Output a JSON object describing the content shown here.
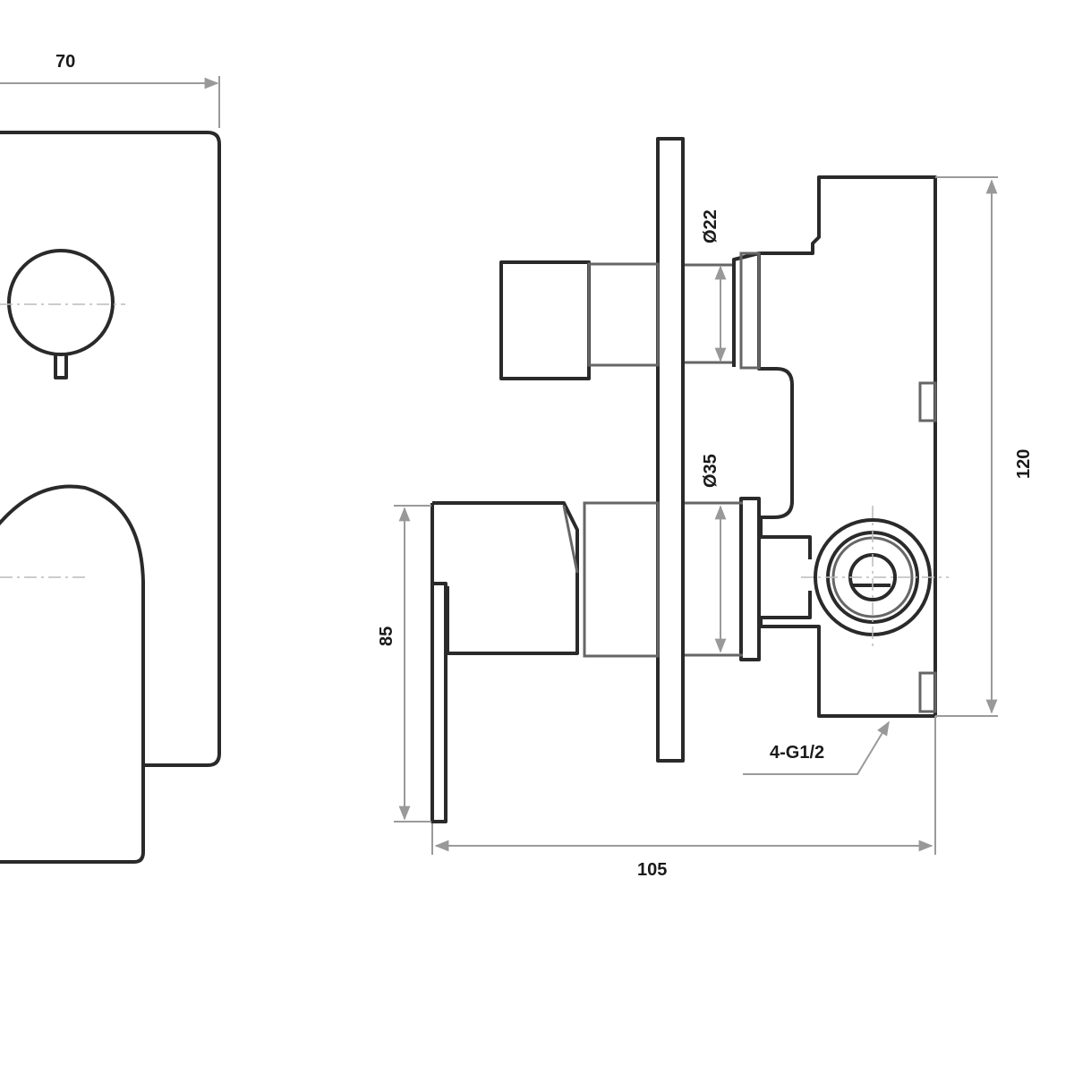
{
  "dimensions": {
    "width_front": "70",
    "diameter_upper": "Ø22",
    "diameter_lower": "Ø35",
    "height_body": "120",
    "lever_height": "85",
    "depth_total": "105",
    "thread": "4-G1/2"
  }
}
